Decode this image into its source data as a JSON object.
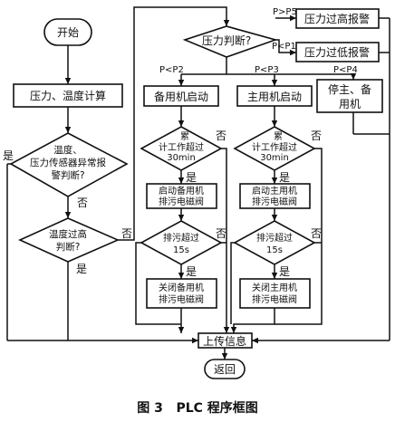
{
  "caption": "图 3   PLC 程序框图",
  "nodes": {
    "start": "开始",
    "calc": "压力、温度计算",
    "sensor_check": [
      "温度、",
      "压力传感器异常报",
      "警判断?"
    ],
    "temp_high": [
      "温度过高",
      "判断?"
    ],
    "pressure_judge": "压力判断?",
    "alarm_high": "压力过高报警",
    "alarm_low": "压力过低报警",
    "standby_start": "备用机启动",
    "main_start": "主用机启动",
    "stop_main": [
      "停主、备",
      "用机"
    ],
    "standby_time": [
      "累",
      "计工作超过",
      "30min"
    ],
    "main_time": [
      "累",
      "计工作超过",
      "30min"
    ],
    "standby_valve_open": [
      "启动备用机",
      "排污电磁阀"
    ],
    "main_valve_open": [
      "启动主用机",
      "排污电磁阀"
    ],
    "standby_drain": [
      "排污超过",
      "15s"
    ],
    "main_drain": [
      "排污超过",
      "15s"
    ],
    "standby_valve_close": [
      "关闭备用机",
      "排污电磁阀"
    ],
    "main_valve_close": [
      "关闭主用机",
      "排污电磁阀"
    ],
    "upload": "上传信息",
    "return": "返回"
  },
  "labels": {
    "yes": "是",
    "no": "否",
    "p_gt_p5": "P>P5",
    "p_lt_p1": "P<P1",
    "p_lt_p2": "P<P2",
    "p_lt_p3": "P<P3",
    "p_lt_p4": "P<P4"
  }
}
